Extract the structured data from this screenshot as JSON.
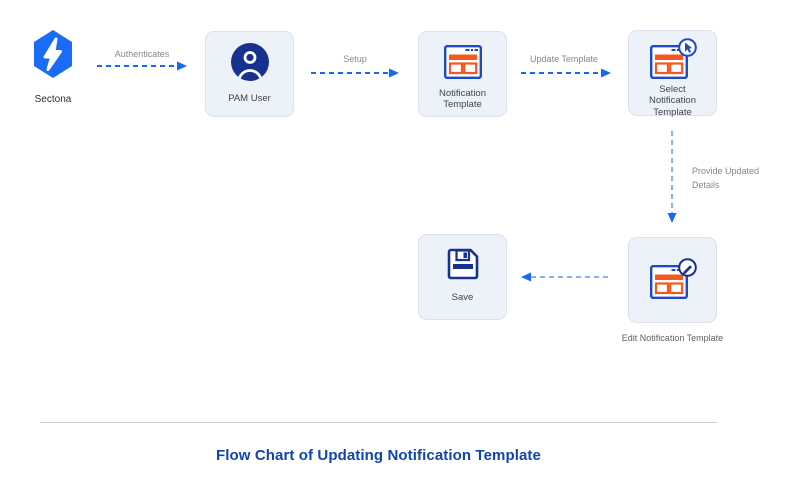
{
  "diagram": {
    "logo": {
      "name": "Sectona",
      "icon": "sectona-hexagon-bolt-icon"
    },
    "nodes": {
      "pam_user": {
        "label": "PAM User",
        "icon": "user-icon"
      },
      "notification_template": {
        "label": "Notification Template",
        "icon": "browser-template-icon"
      },
      "select_notification_template": {
        "label": "Select Notification Template",
        "icon": "browser-template-cursor-icon"
      },
      "edit_notification_template": {
        "label": "Edit Notification Template",
        "icon": "browser-template-pencil-icon"
      },
      "save": {
        "label": "Save",
        "icon": "floppy-disk-icon"
      }
    },
    "edges": {
      "authenticates": {
        "label": "Authenticates",
        "from": "sectona",
        "to": "pam_user"
      },
      "setup": {
        "label": "Setup",
        "from": "pam_user",
        "to": "notification_template"
      },
      "update_template": {
        "label": "Update Template",
        "from": "notification_template",
        "to": "select_notification_template"
      },
      "provide_updated_details": {
        "label": "Provide Updated Details",
        "from": "select_notification_template",
        "to": "edit_notification_template"
      },
      "edit_to_save": {
        "label": "",
        "from": "edit_notification_template",
        "to": "save"
      }
    },
    "caption": "Flow Chart of Updating Notification Template"
  },
  "colors": {
    "brand_blue": "#1a6bf5",
    "template_blue": "#1e49c8",
    "navy": "#17318f",
    "orange": "#f4581f",
    "arrow_blue": "#1769f0",
    "arrow_light": "#8ab1ec",
    "node_bg": "#edf2f9",
    "node_border": "#dbe2ee",
    "title_blue": "#1244ad",
    "label_gray": "#84888f",
    "text_dark": "#40454b"
  }
}
